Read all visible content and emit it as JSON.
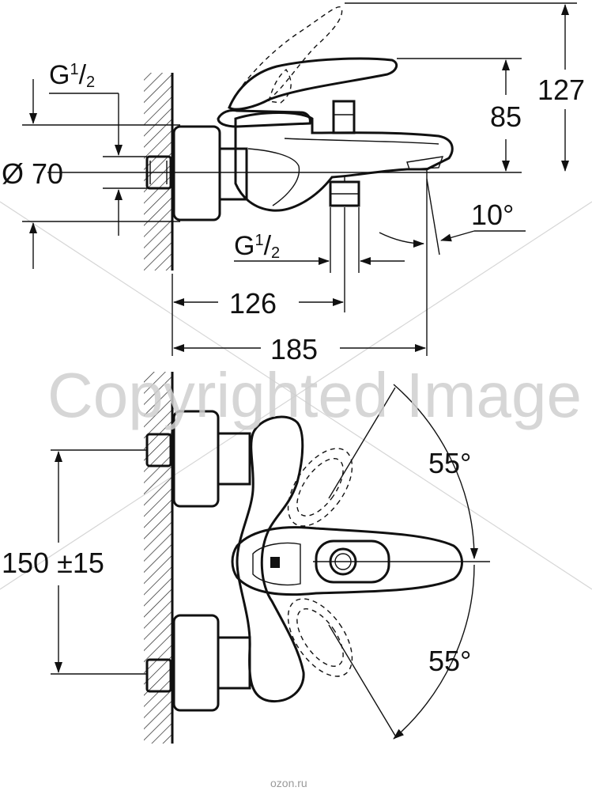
{
  "labels": {
    "thread_left": {
      "main": "G",
      "num": "1",
      "slash": "/",
      "den": "2"
    },
    "diameter": "Ø 70",
    "h85": "85",
    "h127": "127",
    "angle10": "10°",
    "thread_right": {
      "main": "G",
      "num": "1",
      "slash": "/",
      "den": "2"
    },
    "l126": "126",
    "l185": "185",
    "rot_upper": "55°",
    "rot_lower": "55°",
    "spacing": "150 ±15"
  },
  "watermark": "Copyrighted Image",
  "footer": "ozon.ru"
}
